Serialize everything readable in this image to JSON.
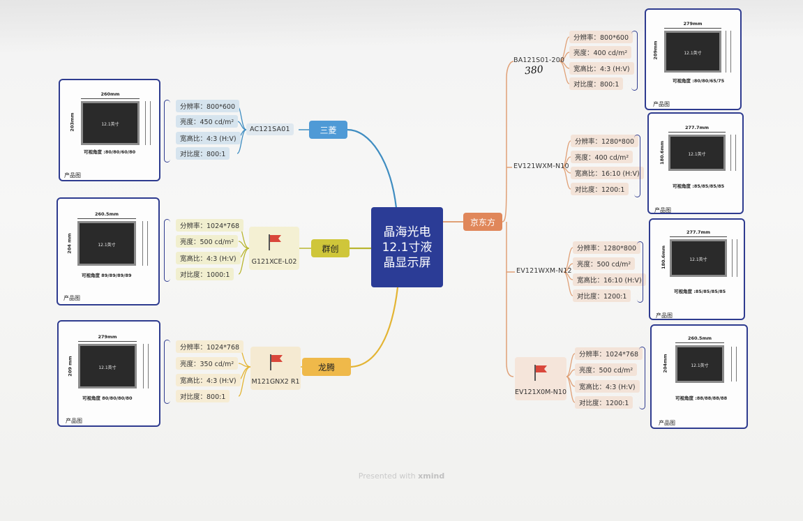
{
  "center_title": "晶海光电12.1寸液晶显示屏",
  "footer": {
    "prefix": "Presented with ",
    "brand": "xmind"
  },
  "handwritten_note": "380",
  "colors": {
    "center": "#2b3c96",
    "card_border": "#2e3b8f",
    "brace": "#2e3b8f",
    "link_blue": "#3f8dc1",
    "link_olive": "#b9b630",
    "link_orange": "#e3b433",
    "link_jd": "#e0a076"
  },
  "icons": {
    "flag": "red-flag-icon"
  },
  "brands": [
    {
      "name": "三菱",
      "color": "#4f9ad6",
      "spec_color": "#d6e4ee",
      "models": [
        {
          "name": "AC121SA01",
          "flag": false,
          "specs": [
            "分辨率：800*600",
            "亮度：450 cd/m²",
            "宽高比：4:3 (H:V)",
            "对比度：800:1"
          ],
          "card": {
            "width_label": "260mm",
            "height_label": "203mm",
            "screen_label": "12.1英寸",
            "angle": "可视角度 :80/80/60/80",
            "caption": "产品图"
          }
        }
      ]
    },
    {
      "name": "群创",
      "color": "#cfc63a",
      "spec_color": "#f1efcf",
      "models": [
        {
          "name": "G121XCE-L02",
          "flag": true,
          "specs": [
            "分辨率：1024*768",
            "亮度：500 cd/m²",
            "宽高比：4:3 (H:V)",
            "对比度：1000:1"
          ],
          "card": {
            "width_label": "260.5mm",
            "height_label": "204 mm",
            "screen_label": "12.1英寸",
            "angle": "可视角度 89/89/89/89",
            "caption": "产品图"
          }
        }
      ]
    },
    {
      "name": "龙腾",
      "color": "#efb94a",
      "spec_color": "#f6ecd4",
      "models": [
        {
          "name": "M121GNX2 R1",
          "flag": true,
          "specs": [
            "分辨率：1024*768",
            "亮度：350 cd/m²",
            "宽高比：4:3 (H:V)",
            "对比度：800:1"
          ],
          "card": {
            "width_label": "279mm",
            "height_label": "209 mm",
            "screen_label": "12.1英寸",
            "angle": "可视角度 80/80/80/80",
            "caption": "产品图"
          }
        }
      ]
    },
    {
      "name": "京东方",
      "color": "#e0875a",
      "spec_color": "#f3e3d8",
      "models": [
        {
          "name": "BA121S01-200",
          "flag": false,
          "specs": [
            "分辨率：800*600",
            "亮度：400 cd/m²",
            "宽高比：4:3 (H:V)",
            "对比度：800:1"
          ],
          "card": {
            "width_label": "279mm",
            "height_label": "209mm",
            "screen_label": "12.1英寸",
            "angle": "可视角度 :80/80/65/75",
            "caption": "产品图"
          }
        },
        {
          "name": "EV121WXM-N10",
          "flag": false,
          "specs": [
            "分辨率：1280*800",
            "亮度：400 cd/m²",
            "宽高比：16:10 (H:V)",
            "对比度：1200:1"
          ],
          "card": {
            "width_label": "277.7mm",
            "height_label": "180.6mm",
            "screen_label": "12.1英寸",
            "angle": "可视角度 :85/85/85/85",
            "caption": "产品图"
          }
        },
        {
          "name": "EV121WXM-N12",
          "flag": false,
          "specs": [
            "分辨率：1280*800",
            "亮度：500 cd/m²",
            "宽高比：16:10 (H:V)",
            "对比度：1200:1"
          ],
          "card": {
            "width_label": "277.7mm",
            "height_label": "180.6mm",
            "screen_label": "12.1英寸",
            "angle": "可视角度 :85/85/85/85",
            "caption": "产品图"
          }
        },
        {
          "name": "EV121X0M-N10",
          "flag": true,
          "specs": [
            "分辨率：1024*768",
            "亮度：500 cd/m²",
            "宽高比：4:3 (H:V)",
            "对比度：1200:1"
          ],
          "card": {
            "width_label": "260.5mm",
            "height_label": "204mm",
            "screen_label": "12.1英寸",
            "angle": "可视角度 :88/88/88/88",
            "caption": "产品图"
          }
        }
      ]
    }
  ]
}
